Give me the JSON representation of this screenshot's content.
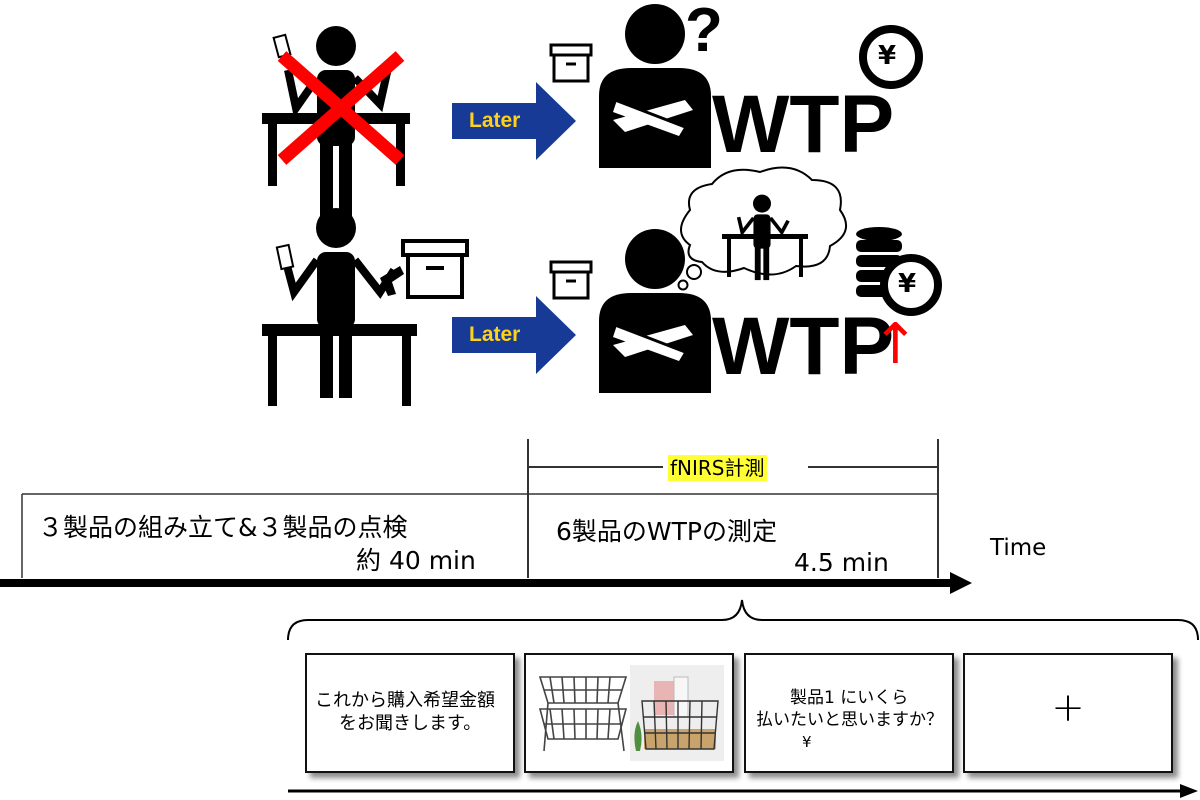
{
  "scenarios": [
    {
      "arrow_label": "Later",
      "wtp_label": "WTP",
      "question_mark": "?",
      "yen_symbol": "¥"
    },
    {
      "arrow_label": "Later",
      "wtp_label": "WTP",
      "increase_arrow": "↑",
      "yen_symbol": "¥"
    }
  ],
  "timeline": {
    "fnirs_label": "fNIRS計測",
    "phase1": {
      "label": "３製品の組み立て&３製品の点検",
      "duration": "約 40 min"
    },
    "phase2": {
      "label": "6製品のWTPの測定",
      "duration": "4.5 min"
    },
    "axis_label": "Time"
  },
  "trial_panels": {
    "panel1": {
      "line1": "これから購入希望金額",
      "line2": "をお聞きします。"
    },
    "panel3": {
      "line1": "製品1 にいくら",
      "line2": "払いたいと思いますか？",
      "line3": "¥"
    },
    "panel4": {
      "symbol": "+"
    }
  },
  "colors": {
    "later_arrow": "#163a96",
    "later_text": "#ffd21a",
    "cross": "#ff0000",
    "increase": "#ff0000",
    "highlight": "#ffff33"
  }
}
